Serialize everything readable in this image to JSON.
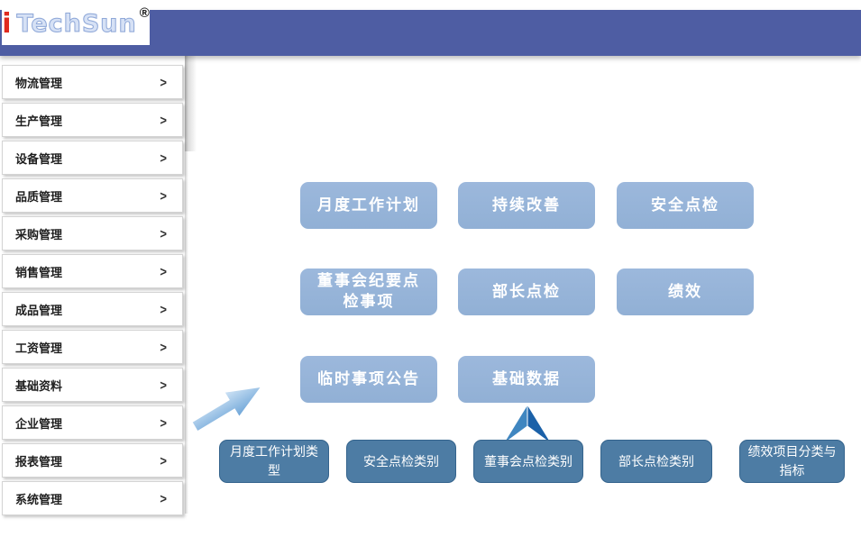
{
  "brand": {
    "prefix": "i",
    "name": "TechSun",
    "registered": "®"
  },
  "colors": {
    "header_bar": "#4e5da3",
    "tile_blue": "#95b3d7",
    "category_blue": "#4d7ca4",
    "logo_red": "#e02a1e",
    "logo_letter_blue": "#d6e1f5"
  },
  "sidebar": {
    "chevron": ">",
    "items": [
      {
        "label": "物流管理",
        "selected": false
      },
      {
        "label": "生产管理",
        "selected": false
      },
      {
        "label": "设备管理",
        "selected": true
      },
      {
        "label": "品质管理",
        "selected": false
      },
      {
        "label": "采购管理",
        "selected": false
      },
      {
        "label": "销售管理",
        "selected": false
      },
      {
        "label": "成品管理",
        "selected": false
      },
      {
        "label": "工资管理",
        "selected": false
      },
      {
        "label": "基础资料",
        "selected": false
      },
      {
        "label": "企业管理",
        "selected": false
      },
      {
        "label": "报表管理",
        "selected": false
      },
      {
        "label": "系统管理",
        "selected": false
      }
    ]
  },
  "main": {
    "tiles": [
      {
        "label": "月度工作计划"
      },
      {
        "label": "持续改善"
      },
      {
        "label": "安全点检"
      },
      {
        "label": "董事会纪要点检事项"
      },
      {
        "label": "部长点检"
      },
      {
        "label": "绩效"
      },
      {
        "label": "临时事项公告"
      },
      {
        "label": "基础数据"
      }
    ],
    "categories": [
      {
        "label": "月度工作计划类型"
      },
      {
        "label": "安全点检类别"
      },
      {
        "label": "董事会点检类别"
      },
      {
        "label": "部长点检类别"
      },
      {
        "label": "绩效项目分类与指标"
      }
    ]
  }
}
